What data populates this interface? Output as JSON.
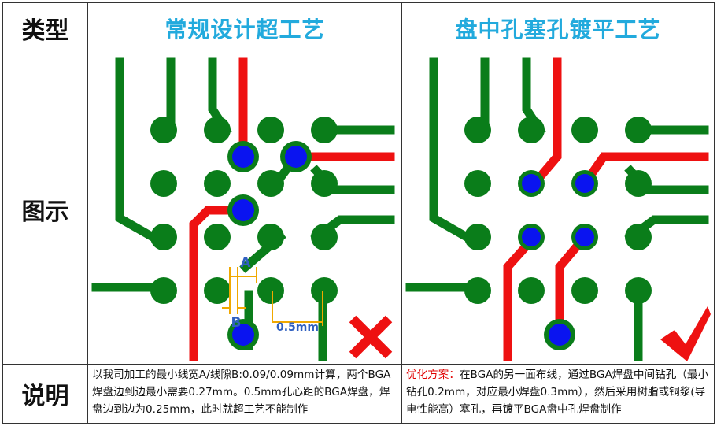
{
  "table": {
    "row_header_type": "类型",
    "col1_title": "常规设计超工艺",
    "col2_title": "盘中孔塞孔镀平工艺",
    "row_header_diagram": "图示",
    "row_header_desc": "说明",
    "col1_desc": "以我司加工的最小线宽A/线隙B:0.09/0.09mm计算，两个BGA焊盘边到边最小需要0.27mm。0.5mm孔心距的BGA焊盘，焊盘边到边为0.25mm，此时就超工艺不能制作",
    "col2_desc_highlight": "优化方案：",
    "col2_desc_text": "在BGA的另一面布线，通过BGA焊盘中间钻孔（最小钻孔0.2mm，对应最小焊盘0.3mm），然后采用树脂或铜浆(导电性能高）塞孔，再镀平BGA盘中孔焊盘制作"
  },
  "diagram1": {
    "label_a": "A",
    "label_b": "B",
    "pitch_label": "0.5mm",
    "result_mark": "cross"
  },
  "diagram2": {
    "result_mark": "check"
  },
  "colors": {
    "trace_green": "#0a7d1a",
    "trace_red": "#ee1111",
    "via_blue": "#0a14f0",
    "dimension_orange": "#f0a800",
    "title_cyan": "#22aadd"
  }
}
